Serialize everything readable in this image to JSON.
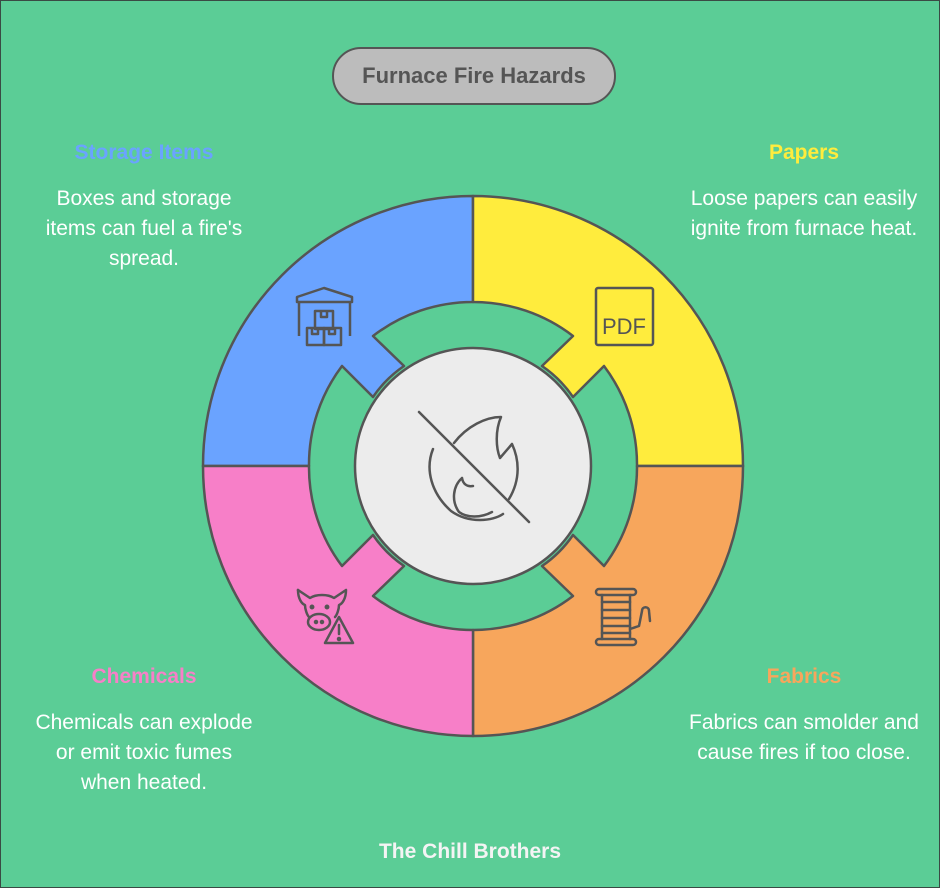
{
  "title": "Furnace Fire Hazards",
  "colors": {
    "background": "#5bcd96",
    "storage": "#6aa3ff",
    "papers": "#ffec3d",
    "chemicals": "#f77fc8",
    "fabrics": "#f7a65c",
    "center": "#ececec",
    "outline": "#555555"
  },
  "center_icon": "no-fire-icon",
  "segments": [
    {
      "id": "storage",
      "heading": "Storage Items",
      "description": "Boxes and storage items can fuel a fire's spread.",
      "icon": "warehouse-boxes-icon",
      "color": "#6aa3ff",
      "position": "top-left"
    },
    {
      "id": "papers",
      "heading": "Papers",
      "description": "Loose papers can easily ignite from furnace heat.",
      "icon": "pdf-document-icon",
      "color": "#ffec3d",
      "position": "top-right"
    },
    {
      "id": "chemicals",
      "heading": "Chemicals",
      "description": "Chemicals can explode or emit toxic fumes when heated.",
      "icon": "cow-warning-icon",
      "color": "#f77fc8",
      "position": "bottom-left"
    },
    {
      "id": "fabrics",
      "heading": "Fabrics",
      "description": "Fabrics can smolder and cause fires if too close.",
      "icon": "thread-spool-icon",
      "color": "#f7a65c",
      "position": "bottom-right"
    }
  ],
  "footer": "The Chill Brothers",
  "pdf_icon_text": "PDF"
}
